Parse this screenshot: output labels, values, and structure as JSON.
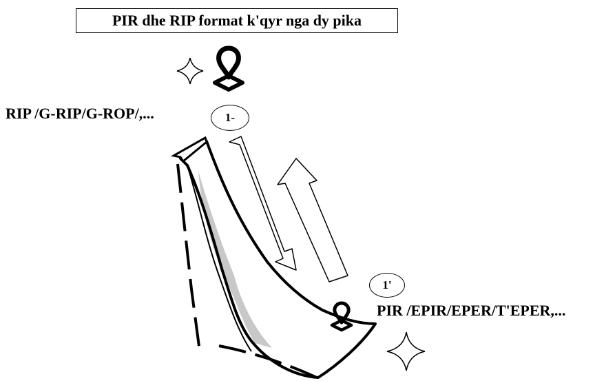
{
  "title": "PIR dhe RIP format k'qyr nga dy pika",
  "viewpoint_top": {
    "label": "RIP /G-RIP/G-ROP/,...",
    "marker": "1-",
    "icon": "map-pin-icon",
    "spark": "sparkle-icon"
  },
  "viewpoint_bottom": {
    "label": "PIR /EPIR/EPER/T'EPER,...",
    "marker": "1'",
    "icon": "map-pin-icon",
    "spark": "sparkle-icon"
  }
}
